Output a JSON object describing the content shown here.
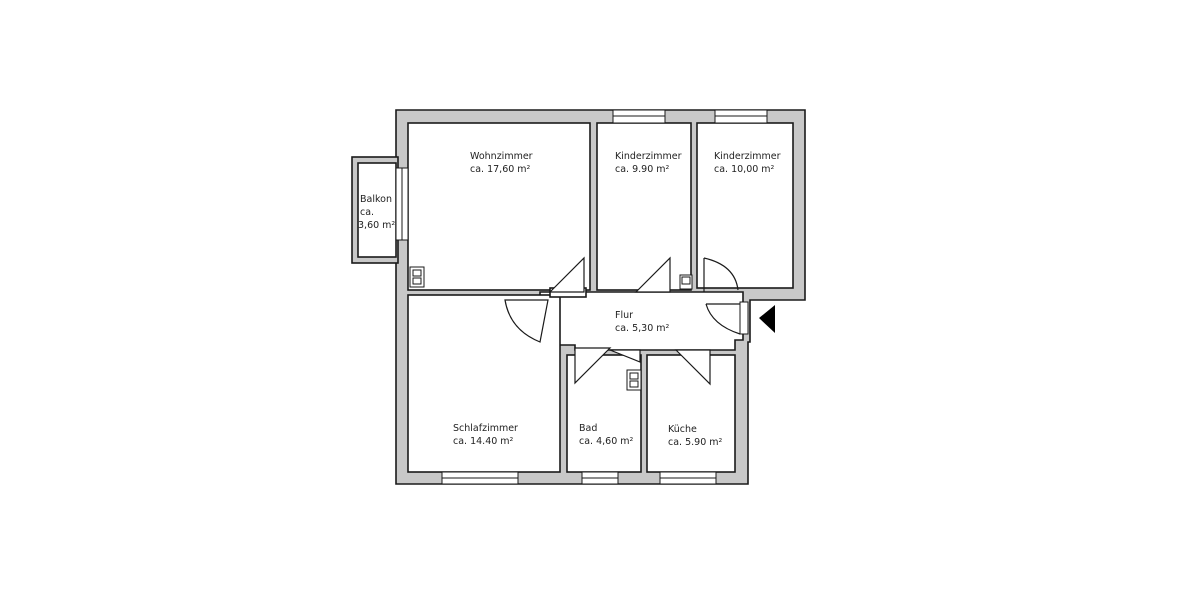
{
  "rooms": {
    "wohnzimmer": {
      "name": "Wohnzimmer",
      "area": "ca. 17,60 m²"
    },
    "kinderzimmer1": {
      "name": "Kinderzimmer",
      "area": "ca. 9.90 m²"
    },
    "kinderzimmer2": {
      "name": "Kinderzimmer",
      "area": "ca. 10,00 m²"
    },
    "balkon": {
      "name": "Balkon",
      "area_line1": "ca.",
      "area_line2": "3,60 m²"
    },
    "flur": {
      "name": "Flur",
      "area": "ca. 5,30 m²"
    },
    "schlafzimmer": {
      "name": "Schlafzimmer",
      "area": "ca. 14.40 m²"
    },
    "bad": {
      "name": "Bad",
      "area": "ca. 4,60 m²"
    },
    "kueche": {
      "name": "Küche",
      "area": "ca. 5.90 m²"
    }
  },
  "colors": {
    "wall": "#c8c8c8",
    "line": "#1a1a1a"
  },
  "icons": {
    "entrance": "entrance-arrow-icon",
    "shaft": "shaft-icon"
  }
}
